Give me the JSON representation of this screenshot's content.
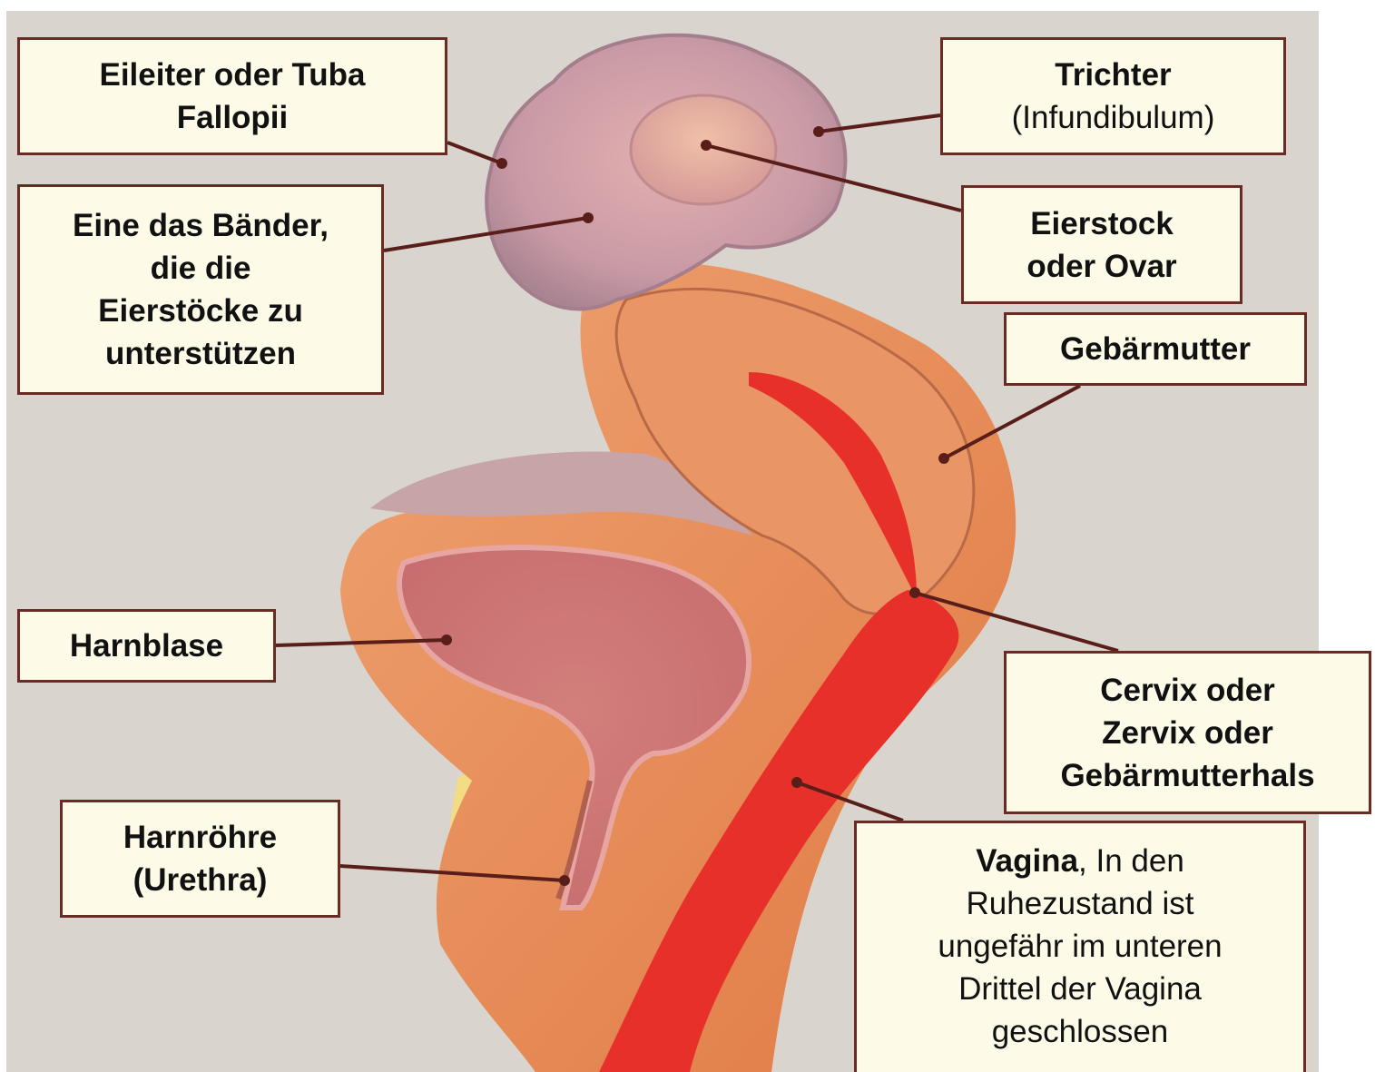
{
  "labels": {
    "eileiter": [
      "Eileiter oder Tuba",
      "Fallopii"
    ],
    "baender": [
      "Eine das Bänder,",
      "die die",
      "Eierstöcke zu",
      "unterstützen"
    ],
    "trichter": {
      "title": "Trichter",
      "sub": "(Infundibulum)"
    },
    "eierstock": [
      "Eierstock",
      "oder Ovar"
    ],
    "gebaermutter": "Gebärmutter",
    "harnblase": "Harnblase",
    "harnroehre": [
      "Harnröhre",
      "(Urethra)"
    ],
    "cervix": [
      "Cervix oder",
      "Zervix oder",
      "Gebärmutterhals"
    ],
    "vagina": {
      "bold": "Vagina",
      "rest_first": ", In den",
      "lines": [
        "Ruhezustand ist",
        "ungefähr im unteren",
        "Drittel der Vagina",
        "geschlossen"
      ]
    }
  },
  "colors": {
    "background": "#d9d4cd",
    "box_fill": "#fdfbe7",
    "box_border": "#6b2b25",
    "leader_line": "#5a1e1a",
    "tissue_pink": "#c9909a",
    "tissue_orange": "#e58a55",
    "lumen_red": "#e8302a",
    "fat_yellow": "#f2dd85"
  }
}
